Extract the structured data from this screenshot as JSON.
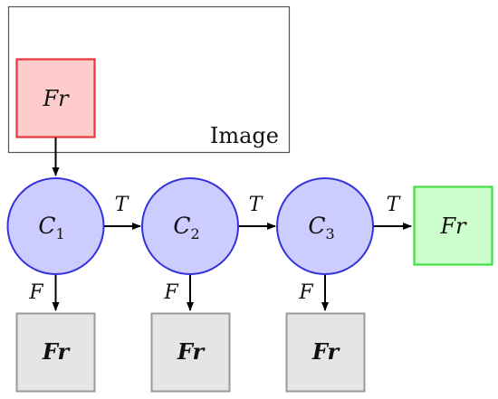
{
  "image_box": {
    "label": "Image"
  },
  "input_node": {
    "text": "Fr",
    "fill": "#ffcccc",
    "stroke": "#e8353b"
  },
  "classifiers": [
    {
      "name": "C",
      "sub": "1"
    },
    {
      "name": "C",
      "sub": "2"
    },
    {
      "name": "C",
      "sub": "3"
    }
  ],
  "classifier_style": {
    "fill": "#ccccff",
    "stroke": "#3333dd"
  },
  "true_label": "T",
  "false_label": "F",
  "output_node": {
    "text": "Fr",
    "fill": "#ccffcc",
    "stroke": "#44dd44"
  },
  "reject_nodes": [
    {
      "text": "Fr"
    },
    {
      "text": "Fr"
    },
    {
      "text": "Fr"
    }
  ],
  "reject_style": {
    "fill": "#e5e5e5",
    "stroke": "#999999"
  }
}
